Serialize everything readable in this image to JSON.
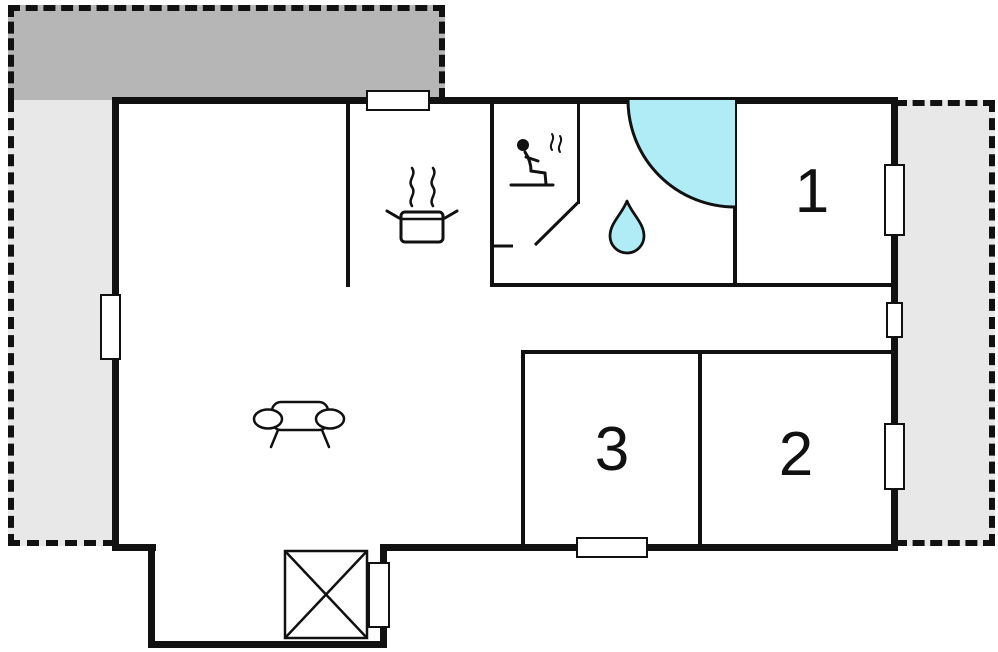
{
  "plan": {
    "rooms": {
      "r1": {
        "label": "1"
      },
      "r2": {
        "label": "2"
      },
      "r3": {
        "label": "3"
      }
    },
    "icons": {
      "sauna": "sauna-person-with-steam",
      "shower": "shower-quarter-circle",
      "drop": "water-drop",
      "stove": "cooking-pot-with-steam",
      "sofa": "sofa-front-view",
      "cross_box": "crossed-box-shaft"
    },
    "colors": {
      "wall": "#111111",
      "water": "#b0ecf6",
      "terrace": "#b6b6b6",
      "patio": "#e8e8e8",
      "canvas": "#ffffff"
    }
  }
}
